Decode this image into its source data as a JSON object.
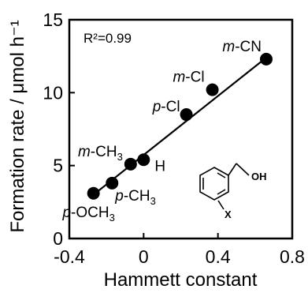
{
  "chart_data": {
    "type": "scatter",
    "xlabel": "Hammett constant",
    "ylabel": "Formation rate / μmol h⁻¹",
    "xlim": [
      -0.4,
      0.8
    ],
    "ylim": [
      0,
      15
    ],
    "xticks": [
      "-0.4",
      "0",
      "0.4",
      "0.8"
    ],
    "yticks": [
      "0",
      "5",
      "10",
      "15"
    ],
    "annotation": "R²=0.99",
    "fit_line": {
      "x": [
        -0.27,
        0.66
      ],
      "y": [
        3.0,
        12.4
      ]
    },
    "points": [
      {
        "label": "p-OCH₃",
        "x": -0.27,
        "y": 3.1
      },
      {
        "label": "p-CH₃",
        "x": -0.17,
        "y": 3.8
      },
      {
        "label": "m-CH₃",
        "x": -0.07,
        "y": 5.1
      },
      {
        "label": "H",
        "x": 0.0,
        "y": 5.4
      },
      {
        "label": "p-Cl",
        "x": 0.23,
        "y": 8.5
      },
      {
        "label": "m-Cl",
        "x": 0.37,
        "y": 10.2
      },
      {
        "label": "m-CN",
        "x": 0.66,
        "y": 12.3
      }
    ],
    "inset": {
      "substituent": "X",
      "group": "OH"
    },
    "grid": false,
    "legend": "none"
  }
}
